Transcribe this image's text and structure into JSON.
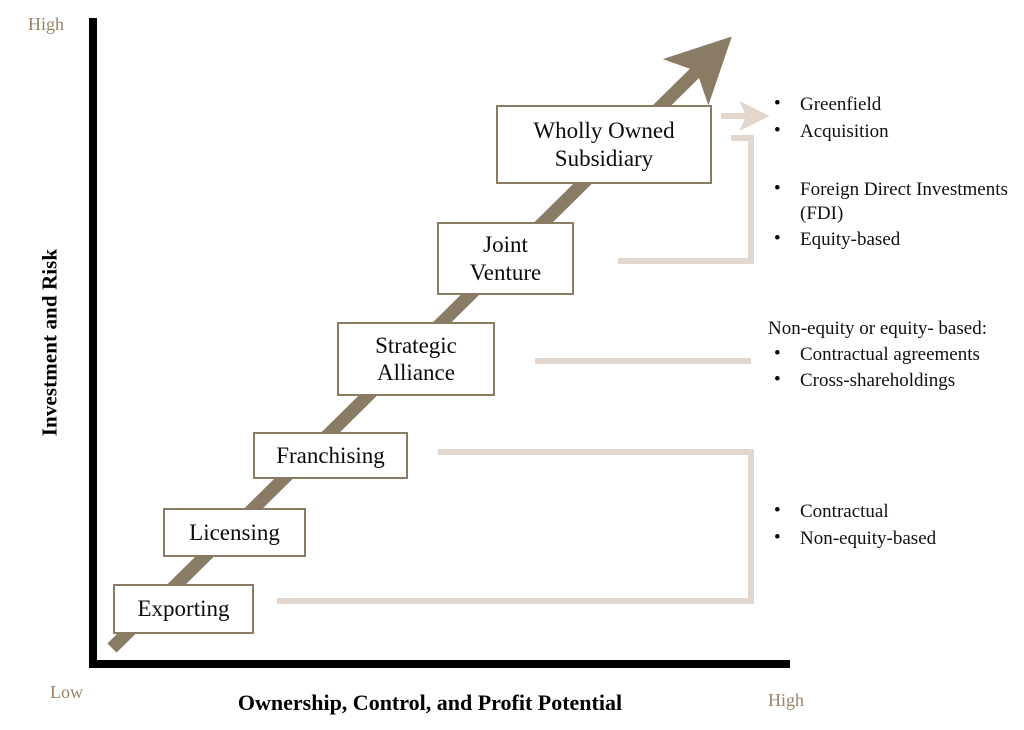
{
  "axes": {
    "y_label": "Investment and Risk",
    "x_label": "Ownership, Control, and Profit Potential",
    "y_high": "High",
    "y_low": "Low",
    "x_high": "High"
  },
  "steps": [
    {
      "id": "exporting",
      "label": "Exporting"
    },
    {
      "id": "licensing",
      "label": "Licensing"
    },
    {
      "id": "franchising",
      "label": "Franchising"
    },
    {
      "id": "strategic",
      "label": "Strategic\nAlliance",
      "line1": "Strategic",
      "line2": "Alliance"
    },
    {
      "id": "joint",
      "label": "Joint\nVenture",
      "line1": "Joint",
      "line2": "Venture"
    },
    {
      "id": "wholly",
      "label": "Wholly Owned\nSubsidiary",
      "line1": "Wholly Owned",
      "line2": "Subsidiary"
    }
  ],
  "annotations": {
    "greenfield": {
      "heading": "",
      "items": [
        "Greenfield",
        "Acquisition"
      ]
    },
    "fdi": {
      "heading": "",
      "items": [
        "Foreign Direct Investments (FDI)",
        "Equity-based"
      ]
    },
    "nonequity": {
      "heading": "Non-equity or equity- based:",
      "items": [
        "Contractual agreements",
        "Cross-shareholdings"
      ]
    },
    "contractual": {
      "heading": "",
      "items": [
        "Contractual",
        "Non-equity-based"
      ]
    }
  },
  "colors": {
    "axis": "#000000",
    "box_border": "#8b7b63",
    "trend_band": "#8a7c64",
    "connector": "#e2d6cd",
    "tick_text": "#9a8265",
    "body_text": "#101010",
    "background": "#ffffff"
  },
  "chart_data": {
    "type": "scatter",
    "title": "International market entry modes by investment/risk vs ownership/control",
    "xlabel": "Ownership, Control, and Profit Potential",
    "ylabel": "Investment and Risk",
    "x_tick_labels": [
      "Low",
      "High"
    ],
    "y_tick_labels": [
      "Low",
      "High"
    ],
    "grid": false,
    "legend": "none",
    "categories": [
      "Exporting",
      "Licensing",
      "Franchising",
      "Strategic Alliance",
      "Joint Venture",
      "Wholly Owned Subsidiary"
    ],
    "points": [
      {
        "label": "Exporting",
        "x": 1,
        "y": 1
      },
      {
        "label": "Licensing",
        "x": 2,
        "y": 2
      },
      {
        "label": "Franchising",
        "x": 3,
        "y": 3
      },
      {
        "label": "Strategic Alliance",
        "x": 4,
        "y": 4
      },
      {
        "label": "Joint Venture",
        "x": 5,
        "y": 5
      },
      {
        "label": "Wholly Owned Subsidiary",
        "x": 6,
        "y": 6
      }
    ],
    "annotation_groups": [
      {
        "covers": [
          "Wholly Owned Subsidiary"
        ],
        "items": [
          "Greenfield",
          "Acquisition"
        ]
      },
      {
        "covers": [
          "Wholly Owned Subsidiary",
          "Joint Venture"
        ],
        "items": [
          "Foreign Direct Investments (FDI)",
          "Equity-based"
        ]
      },
      {
        "covers": [
          "Strategic Alliance"
        ],
        "heading": "Non-equity or equity- based:",
        "items": [
          "Contractual agreements",
          "Cross-shareholdings"
        ]
      },
      {
        "covers": [
          "Franchising",
          "Licensing",
          "Exporting"
        ],
        "items": [
          "Contractual",
          "Non-equity-based"
        ]
      }
    ]
  }
}
